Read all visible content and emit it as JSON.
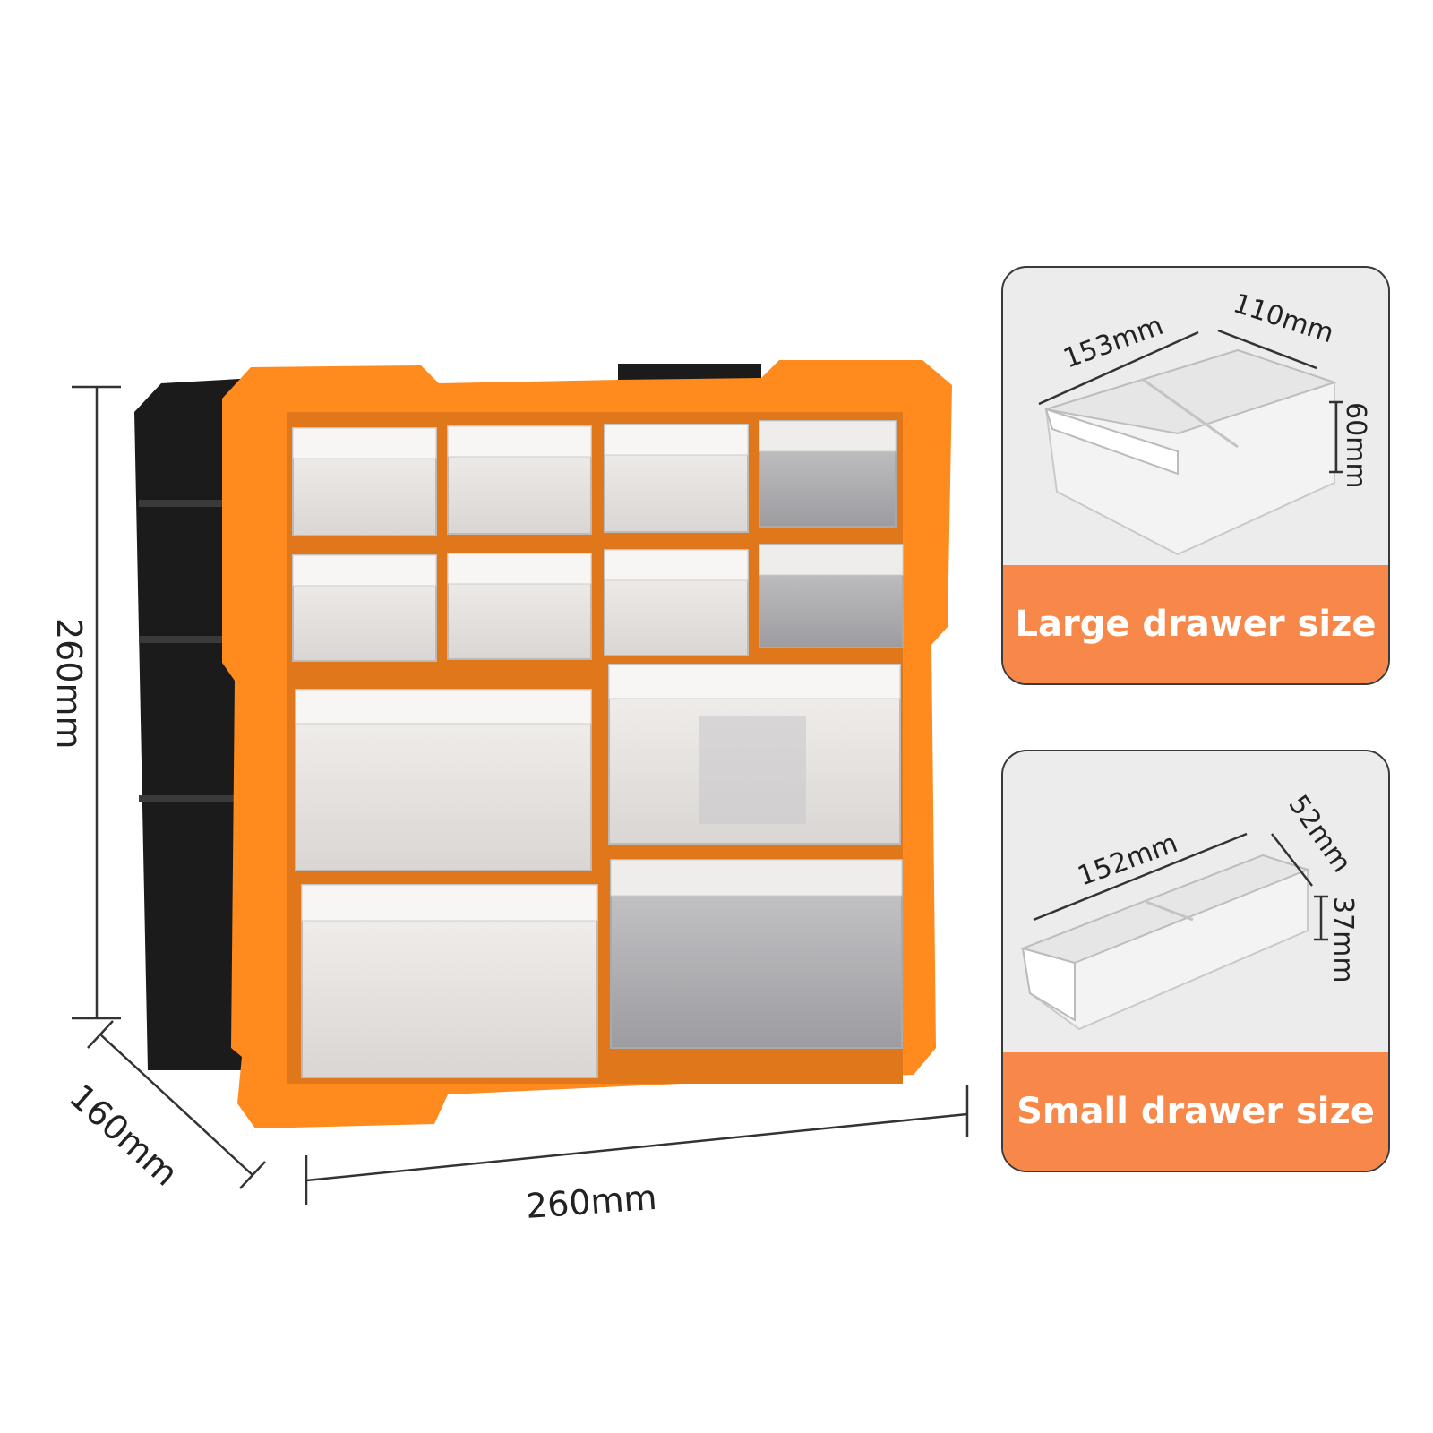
{
  "dimensions": {
    "height": "260mm",
    "depth": "160mm",
    "width": "260mm"
  },
  "large_drawer": {
    "caption": "Large drawer size",
    "length": "153mm",
    "width": "110mm",
    "height": "60mm"
  },
  "small_drawer": {
    "caption": "Small drawer size",
    "length": "152mm",
    "width": "52mm",
    "height": "37mm"
  },
  "colors": {
    "frame_orange": "#ff8a1e",
    "body_black": "#1b1b1b",
    "caption_orange": "#f7884a"
  }
}
